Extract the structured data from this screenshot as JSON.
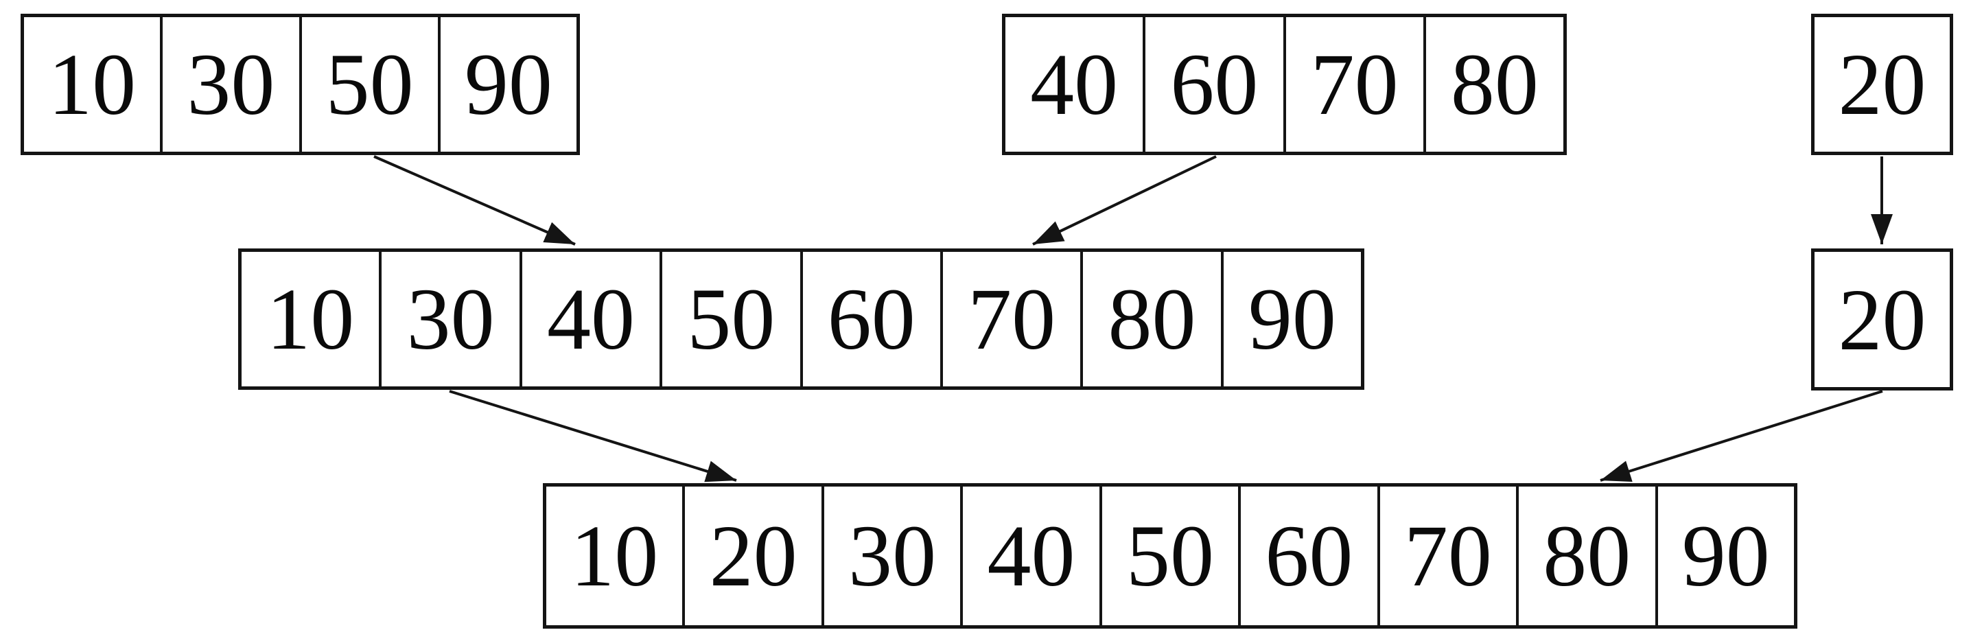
{
  "diagram": {
    "type": "merge-sort-merge-step",
    "background": "#ffffff",
    "line_color": "#141414",
    "text_color": "#0a0a0a",
    "arrays": {
      "top_left": {
        "values": [
          "10",
          "30",
          "50",
          "90"
        ]
      },
      "top_middle": {
        "values": [
          "40",
          "60",
          "70",
          "80"
        ]
      },
      "top_right": {
        "values": [
          "20"
        ]
      },
      "middle": {
        "values": [
          "10",
          "30",
          "40",
          "50",
          "60",
          "70",
          "80",
          "90"
        ]
      },
      "middle_right": {
        "values": [
          "20"
        ]
      },
      "bottom": {
        "values": [
          "10",
          "20",
          "30",
          "40",
          "50",
          "60",
          "70",
          "80",
          "90"
        ]
      }
    },
    "arrows": [
      {
        "from": "top_left",
        "to": "middle"
      },
      {
        "from": "top_middle",
        "to": "middle"
      },
      {
        "from": "top_right",
        "to": "middle_right"
      },
      {
        "from": "middle",
        "to": "bottom"
      },
      {
        "from": "middle_right",
        "to": "bottom"
      }
    ]
  }
}
